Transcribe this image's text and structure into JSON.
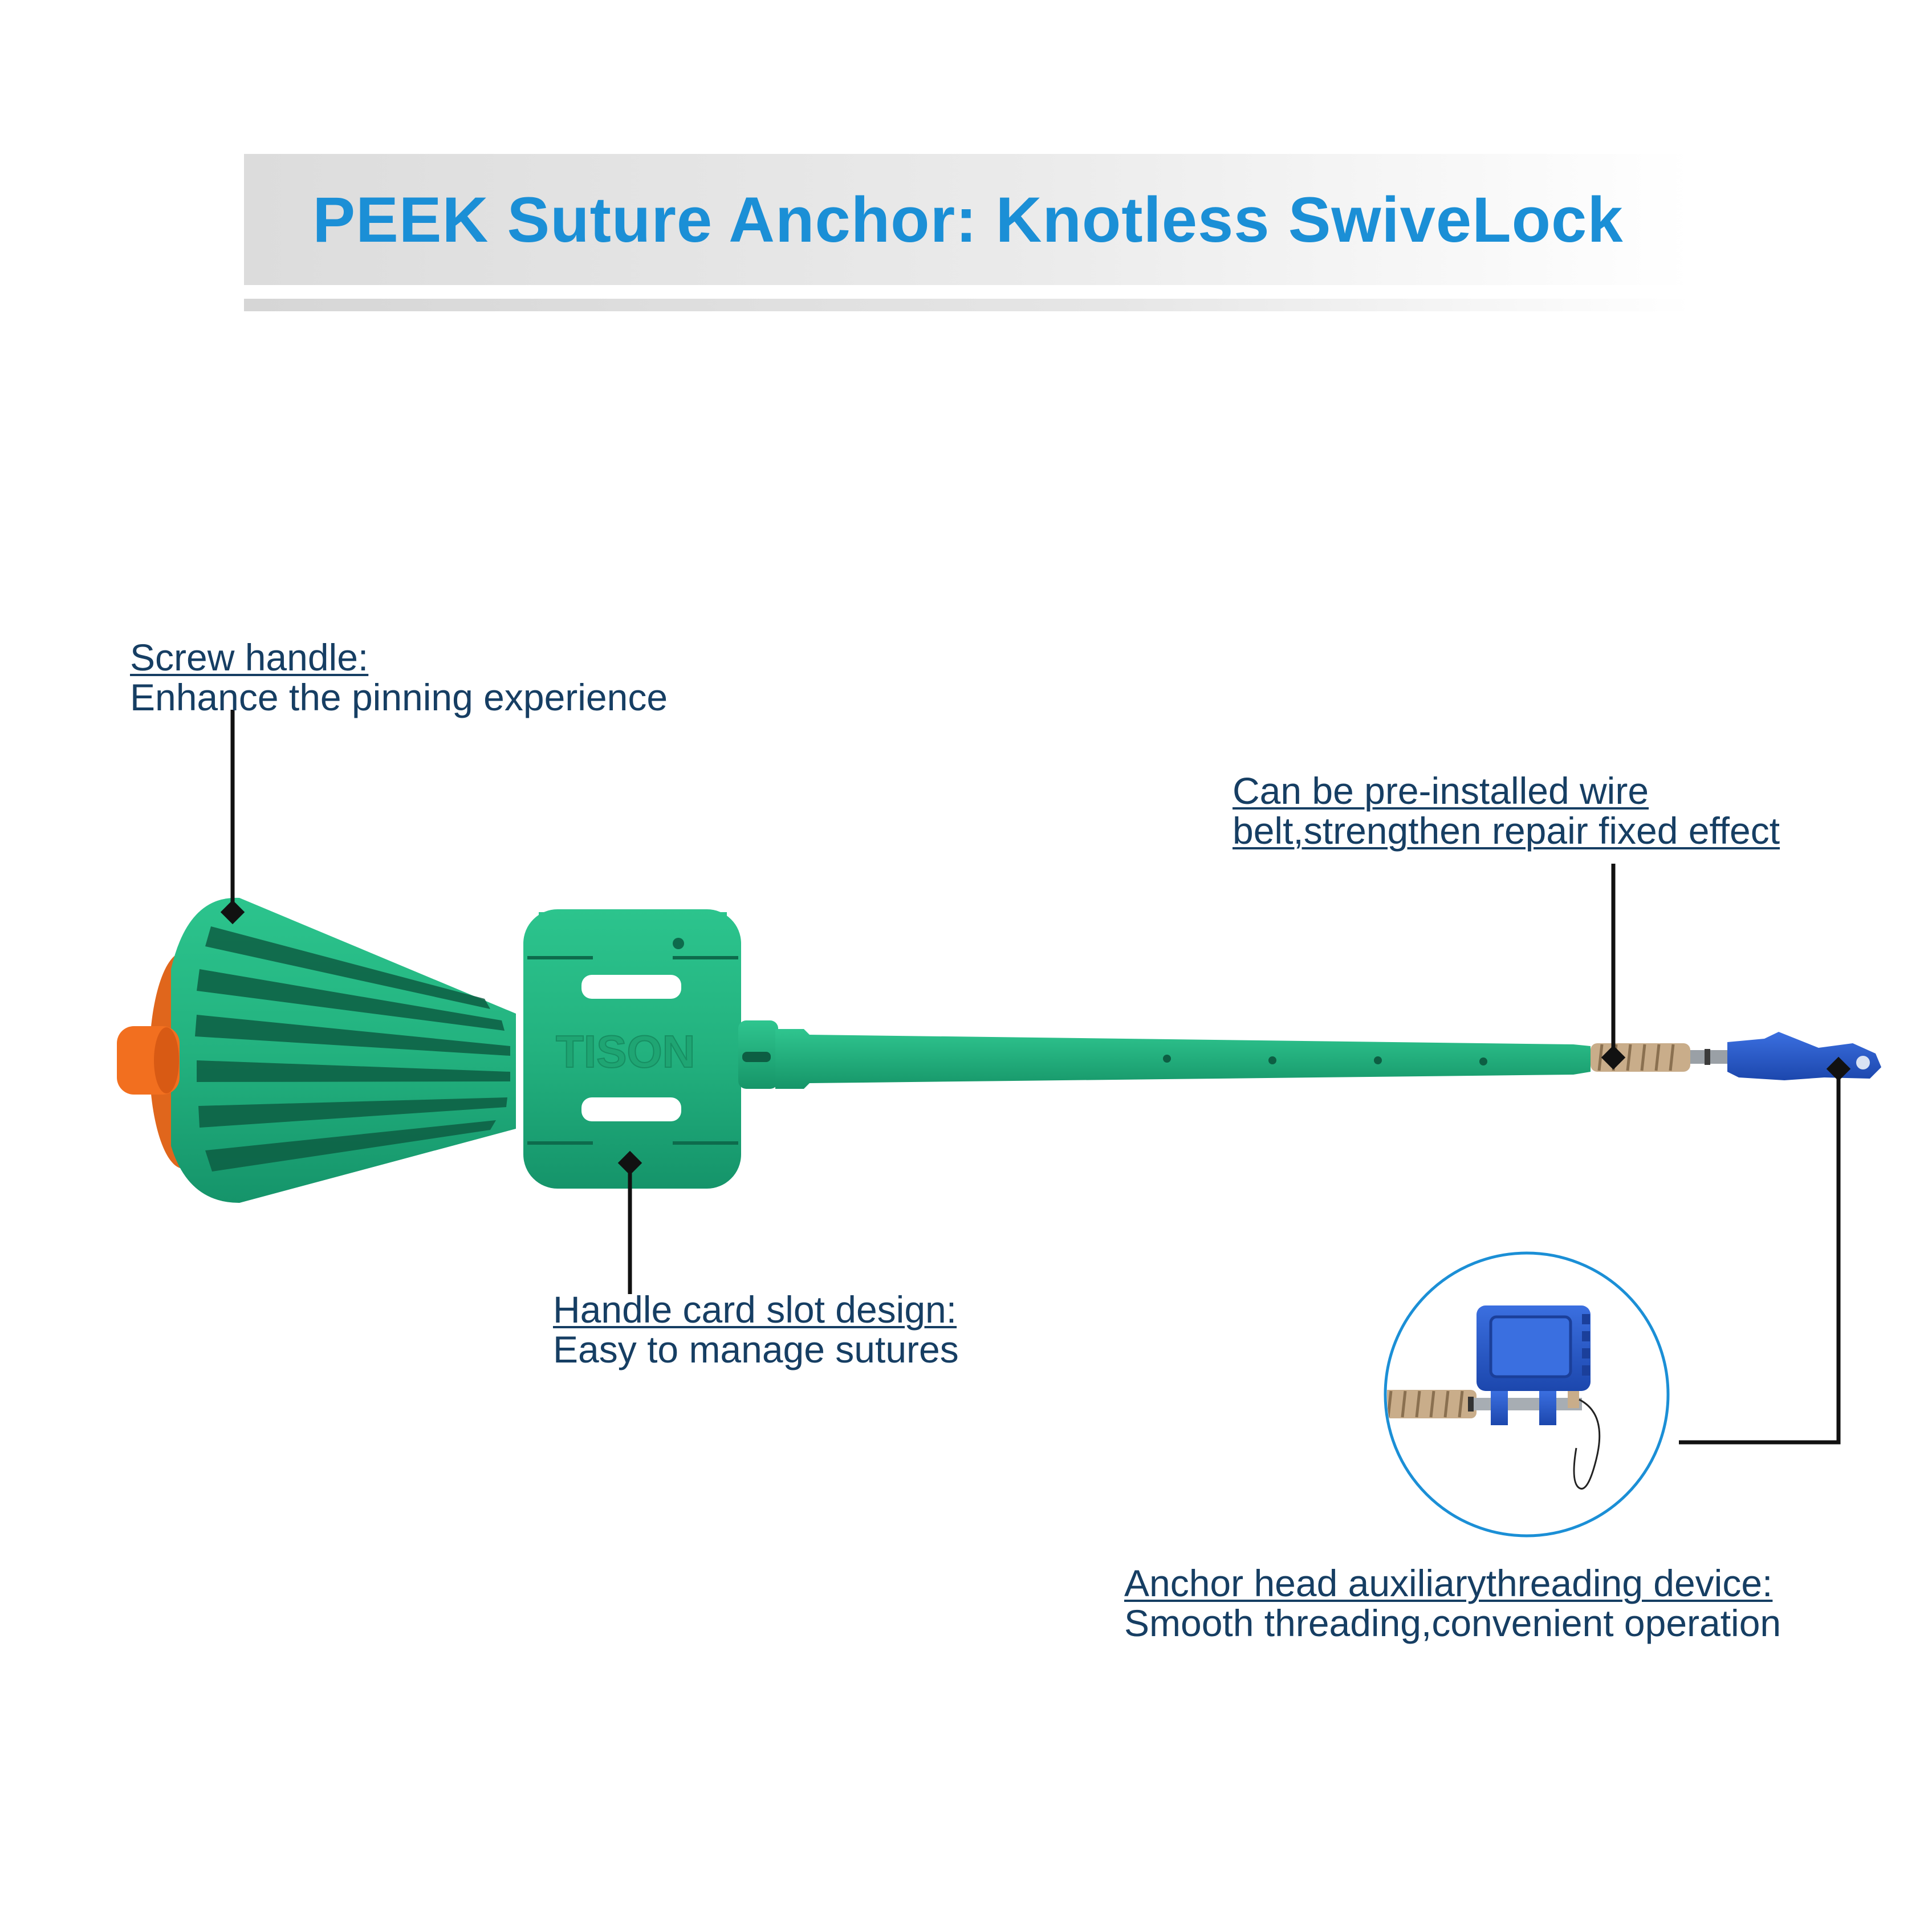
{
  "title": "PEEK Suture Anchor: Knotless SwiveLock",
  "brand_mark": "TISON",
  "colors": {
    "title": "#1b8fd6",
    "callout_text": "#163e63",
    "handle_green": "#23b27f",
    "handle_dark": "#117a58",
    "cap_orange": "#f26f1f",
    "threader_blue": "#2457c9",
    "suture_tan": "#c9ad8a",
    "inset_ring": "#1b8fd6"
  },
  "callouts": {
    "screw_handle": {
      "heading": "Screw handle:",
      "body": "Enhance the pinning experience"
    },
    "pre_installed": {
      "line1": "Can be pre-installed wire",
      "line2": "belt,strengthen repair fixed effect"
    },
    "card_slot": {
      "heading": "Handle card slot design:",
      "body": "Easy to manage sutures"
    },
    "anchor_head": {
      "heading": "Anchor head auxiliarythreading device:",
      "body": "Smooth threading,convenient operation"
    }
  }
}
